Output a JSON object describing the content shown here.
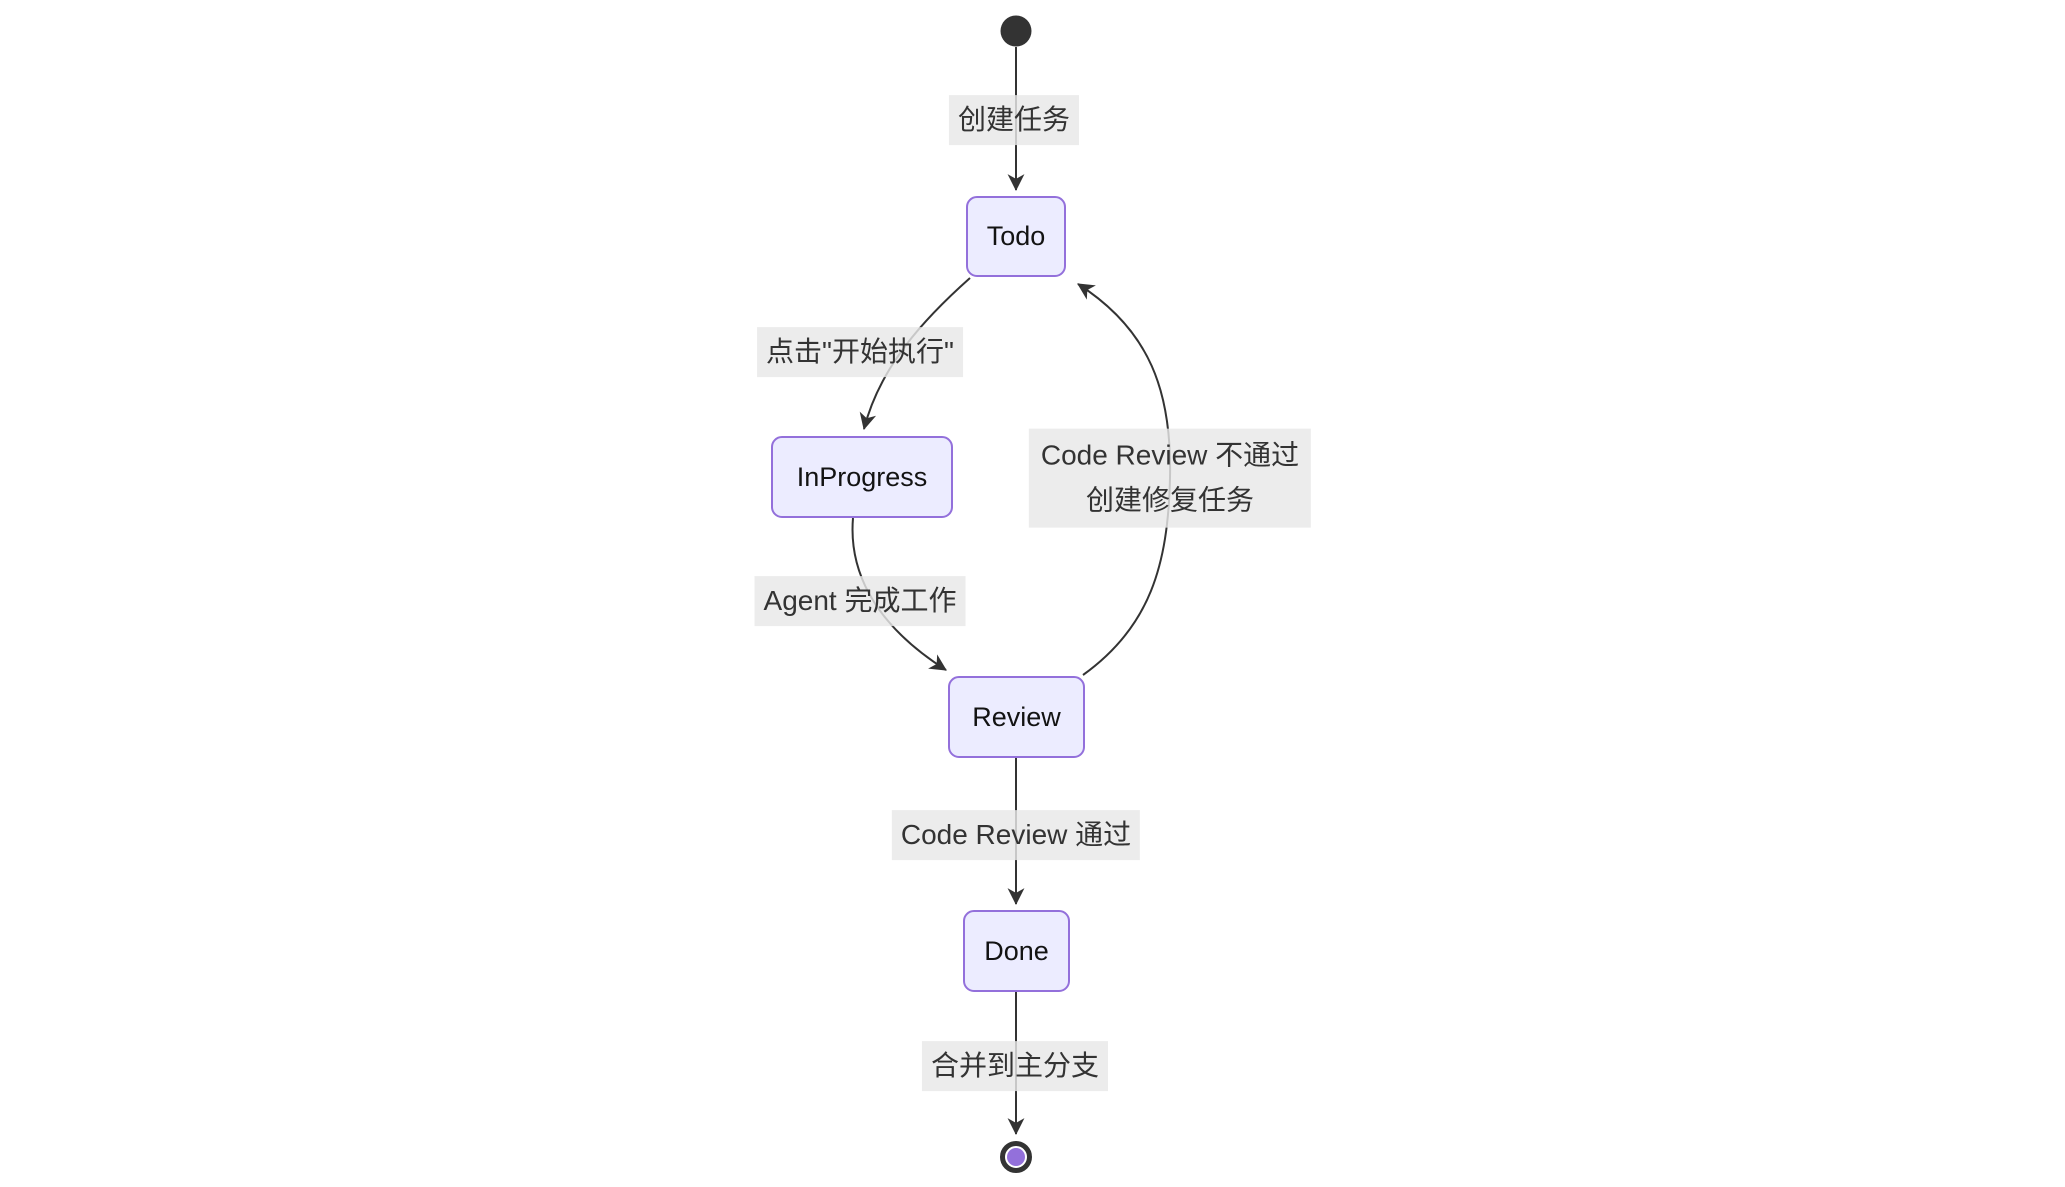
{
  "diagram": {
    "kind": "state-diagram",
    "nodes": [
      {
        "id": "Todo",
        "label": "Todo"
      },
      {
        "id": "InProgress",
        "label": "InProgress"
      },
      {
        "id": "Review",
        "label": "Review"
      },
      {
        "id": "Done",
        "label": "Done"
      }
    ],
    "edges": [
      {
        "from": "start",
        "to": "Todo",
        "label": "创建任务"
      },
      {
        "from": "Todo",
        "to": "InProgress",
        "label": "点击\"开始执行\""
      },
      {
        "from": "InProgress",
        "to": "Review",
        "label": "Agent 完成工作"
      },
      {
        "from": "Review",
        "to": "Todo",
        "label_line1": "Code Review 不通过",
        "label_line2": "创建修复任务"
      },
      {
        "from": "Review",
        "to": "Done",
        "label": "Code Review 通过"
      },
      {
        "from": "Done",
        "to": "end",
        "label": "合并到主分支"
      }
    ],
    "colors": {
      "node_fill": "#ECECFF",
      "node_border": "#9370DB",
      "edge_line": "#333333",
      "edge_label_bg": "#e8e8e8",
      "start_dot": "#333333",
      "final_ring": "#333333",
      "final_dot": "#9370DB",
      "background": "#ffffff"
    }
  }
}
